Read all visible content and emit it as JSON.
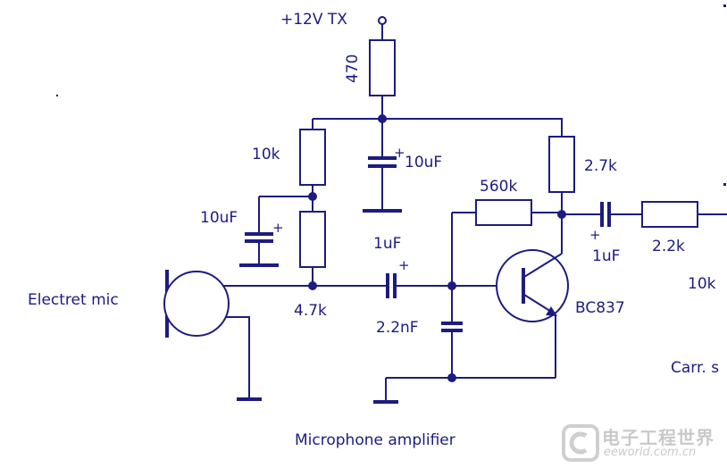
{
  "supply": {
    "label": "+12V TX"
  },
  "resistors": {
    "r_supply": "470",
    "r_top": "10k",
    "r_bias": "4.7k",
    "r_feedback": "560k",
    "r_collector": "2.7k",
    "r_output": "2.2k",
    "r_partial": "10k"
  },
  "capacitors": {
    "c_decouple_main": "10uF",
    "c_decouple_bias": "10uF",
    "c_input": "1uF",
    "c_base": "2.2nF",
    "c_output": "1uF"
  },
  "transistor": {
    "label": "BC837"
  },
  "microphone": {
    "label": "Electret mic"
  },
  "partial_label": "Carr. s",
  "caption": "Microphone amplifier",
  "watermark": {
    "cn": "电子工程世界",
    "en": "eeworld.com.cn"
  }
}
